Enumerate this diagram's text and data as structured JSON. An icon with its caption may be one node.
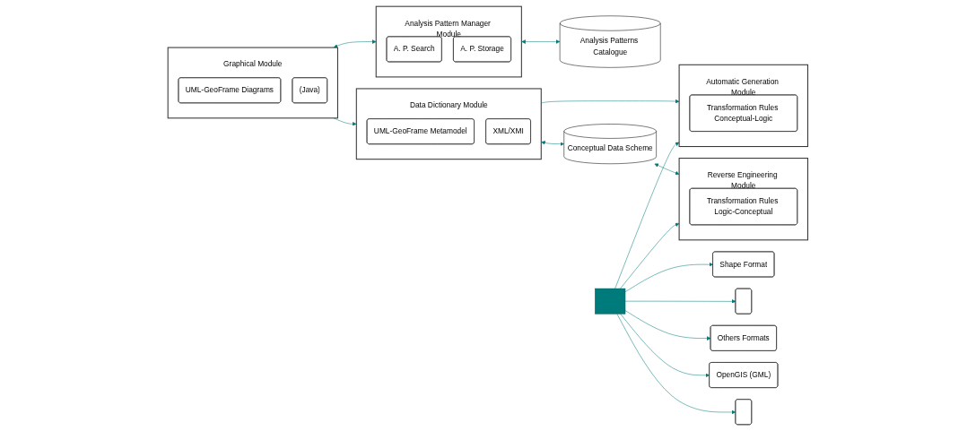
{
  "diagram": {
    "nodes": [
      {
        "text": [
          "Graphical Module"
        ]
      },
      {
        "text": [
          "UML-GeoFrame Diagrams"
        ],
        "in": 0
      },
      {
        "text": [
          "(Java)"
        ],
        "in": 0
      },
      {
        "text": [
          "Data Dictionary Module"
        ]
      },
      {
        "text": [
          "UML-GeoFrame Metamodel"
        ],
        "in": 3
      },
      {
        "text": [
          "XML/XMI"
        ],
        "in": 3
      },
      {
        "text": [
          "Automatic Generation Module"
        ]
      },
      {
        "text": [
          "Transformation Rules Conceptual-Logic"
        ],
        "in": 6
      },
      {
        "text": [
          "Analysis Pattern Manager Module"
        ]
      },
      {
        "text": [
          "A. P. Search"
        ],
        "in": 8
      },
      {
        "text": [
          "A. P. Storage"
        ],
        "in": 8
      },
      {
        "text": [
          "Analysis Patterns Catalogue"
        ]
      },
      {
        "text": [
          "Conceptual Data Scheme"
        ]
      },
      {
        "text": [
          "Reverse Engineering Module"
        ]
      },
      {
        "text": [
          "Transformation Rules Logic-Conceptual"
        ],
        "in": 13
      },
      {
        "text": [],
        "shape": "bar"
      },
      {
        "text": [
          "Shape Format"
        ]
      },
      {
        "text": [],
        "shape": "box"
      },
      {
        "text": [
          "Others Formats"
        ]
      },
      {
        "text": [
          "OpenGIS (GML)"
        ]
      },
      {
        "text": [],
        "shape": "box"
      }
    ],
    "edges": [
      {
        "from": 0,
        "to": 3,
        "arrow": "to"
      },
      {
        "from": 3,
        "to": 6,
        "arrow": "to"
      },
      {
        "from": 15,
        "to": 6,
        "arrow": "to"
      },
      {
        "from": 0,
        "to": 8,
        "arrow": "both"
      },
      {
        "from": 3,
        "to": 12,
        "arrow": "both"
      },
      {
        "from": 8,
        "to": 11,
        "arrow": "both"
      },
      {
        "from": 12,
        "to": 13,
        "arrow": "both"
      },
      {
        "from": 15,
        "to": 13,
        "arrow": "to"
      },
      {
        "from": 15,
        "to": 16,
        "arrow": "to"
      },
      {
        "from": 15,
        "to": 17,
        "arrow": "to"
      },
      {
        "from": 15,
        "to": 18,
        "arrow": "to"
      },
      {
        "from": 15,
        "to": 19,
        "arrow": "to"
      },
      {
        "from": 15,
        "to": 20,
        "arrow": "to"
      }
    ]
  }
}
